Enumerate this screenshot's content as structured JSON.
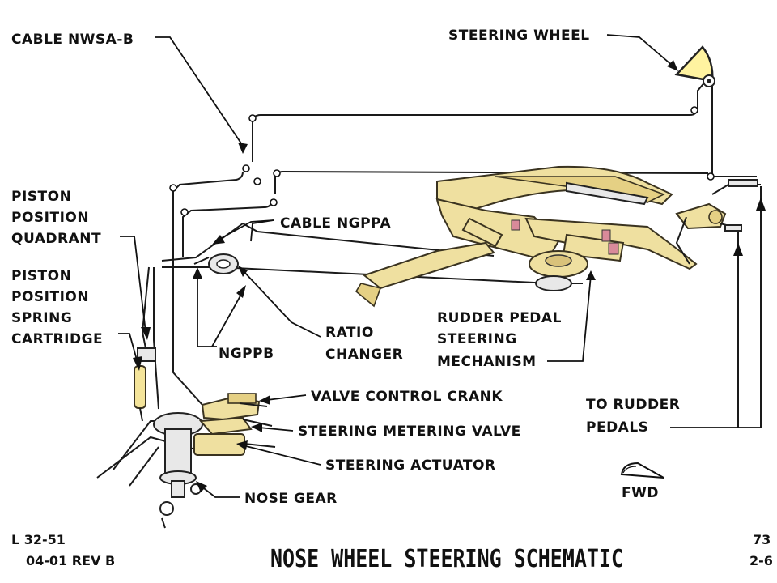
{
  "labels": {
    "cable_nwsa_b": "CABLE NWSA-B",
    "steering_wheel": "STEERING WHEEL",
    "piston_position_quadrant": [
      "PISTON",
      "POSITION",
      "QUADRANT"
    ],
    "piston_position_spring_cartridge": [
      "PISTON",
      "POSITION",
      "SPRING",
      "CARTRIDGE"
    ],
    "cable_ngppa": "CABLE NGPPA",
    "rudder_pedal_steering_mechanism": [
      "RUDDER PEDAL",
      "STEERING",
      "MECHANISM"
    ],
    "ngppb": "NGPPB",
    "ratio_changer": [
      "RATIO",
      "CHANGER"
    ],
    "valve_control_crank": "VALVE CONTROL CRANK",
    "steering_metering_valve": "STEERING METERING VALVE",
    "steering_actuator": "STEERING ACTUATOR",
    "nose_gear": "NOSE GEAR",
    "to_rudder_pedals": [
      "TO RUDDER",
      "PEDALS"
    ],
    "fwd": "FWD"
  },
  "footer": {
    "ref_left": "L 32-51",
    "rev": "04-01 REV B",
    "title": "NOSE WHEEL STEERING SCHEMATIC",
    "page_num": "73",
    "page_sub": "2-6"
  },
  "colors": {
    "mechanism_fill": "#efe0a0",
    "line": "#1a1a1a",
    "background": "#ffffff"
  }
}
